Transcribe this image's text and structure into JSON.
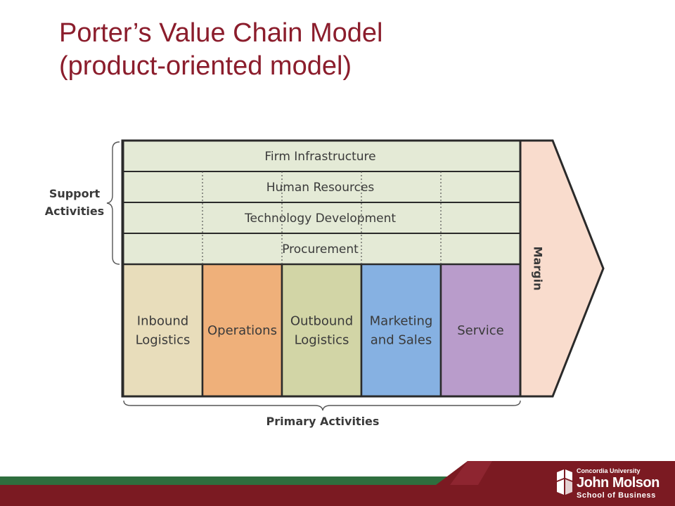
{
  "title": {
    "line1": "Porter’s Value Chain Model",
    "line2": "(product-oriented model)"
  },
  "diagram": {
    "support_label": [
      "Support",
      "Activities"
    ],
    "primary_label": "Primary Activities",
    "margin_label": "Margin",
    "support_activities": [
      "Firm Infrastructure",
      "Human Resources",
      "Technology Development",
      "Procurement"
    ],
    "primary_activities": [
      {
        "lines": [
          "Inbound",
          "Logistics"
        ],
        "color": "#e8ddbb"
      },
      {
        "lines": [
          "Operations"
        ],
        "color": "#efb07a"
      },
      {
        "lines": [
          "Outbound",
          "Logistics"
        ],
        "color": "#d2d5a6"
      },
      {
        "lines": [
          "Marketing",
          "and Sales"
        ],
        "color": "#86b1e2"
      },
      {
        "lines": [
          "Service"
        ],
        "color": "#b99ccb"
      }
    ],
    "colors": {
      "support_fill": "#e4ead6",
      "margin_fill": "#f9dccd",
      "outline": "#2a2a2a"
    }
  },
  "logo": {
    "university": "Concordia University",
    "name": "John Molson",
    "school": "School of Business"
  },
  "colors": {
    "title": "#8b1d2c",
    "footer_green": "#2e6e3e",
    "footer_maroon": "#7b1a22"
  }
}
